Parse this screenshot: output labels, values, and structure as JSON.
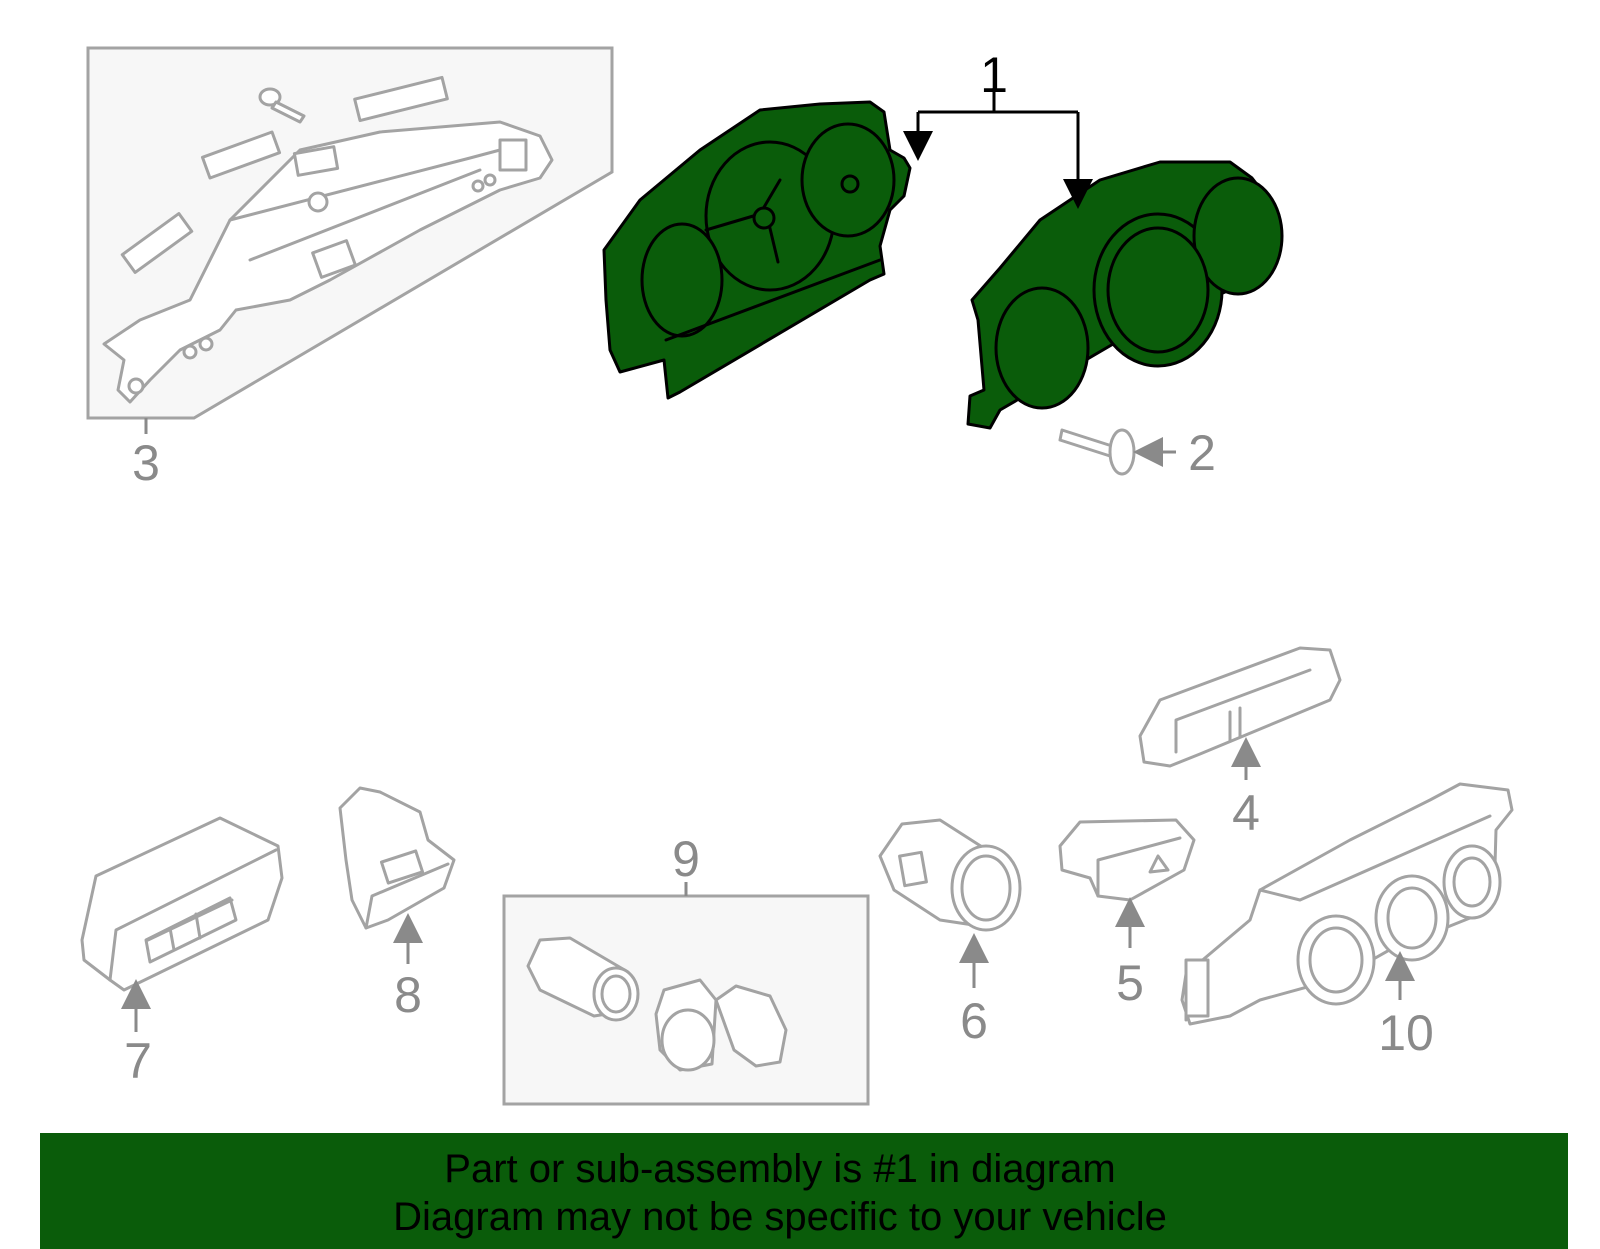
{
  "colors": {
    "highlight": "#0a5c0a",
    "outline": "#a3a3a3",
    "label": "#8a8a8a",
    "banner": "#0a5c0a",
    "banner_text": "#000000"
  },
  "callouts": {
    "c1": "1",
    "c2": "2",
    "c3": "3",
    "c4": "4",
    "c5": "5",
    "c6": "6",
    "c7": "7",
    "c8": "8",
    "c9": "9",
    "c10": "10"
  },
  "highlighted_part": "1",
  "banner": {
    "line1": "Part or sub-assembly is #1 in diagram",
    "line2": "Diagram may not be specific to your vehicle"
  }
}
